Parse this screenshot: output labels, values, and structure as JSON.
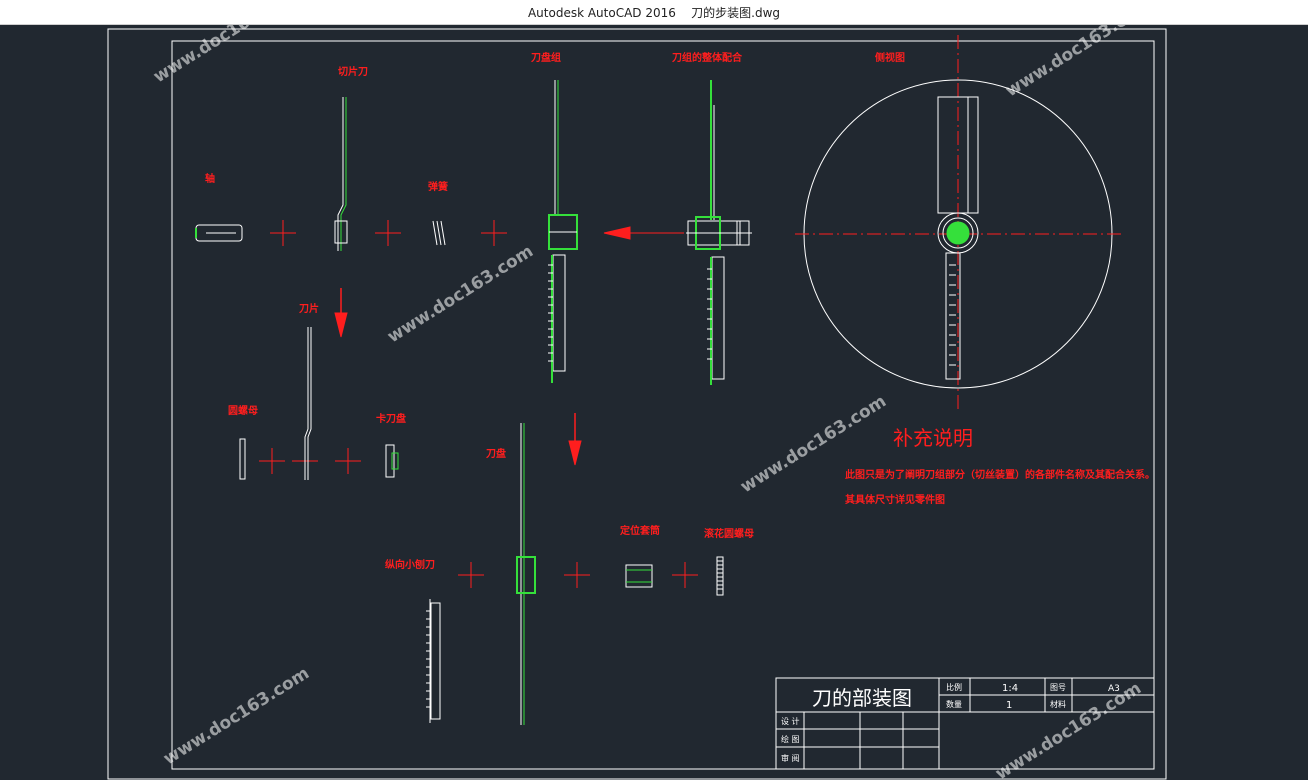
{
  "window": {
    "app_title": "Autodesk AutoCAD 2016",
    "file_title": "刀的步装图.dwg"
  },
  "labels": {
    "qiepian_dao": "切片刀",
    "daopan_zu": "刀盘组",
    "daozu_zhengti": "刀组的整体配合",
    "ceshi_tu": "侧视图",
    "zhou": "轴",
    "tanhuang": "弹簧",
    "daopian": "刀片",
    "yuan_luomu": "圆螺母",
    "ka_daopan": "卡刀盘",
    "daopan": "刀盘",
    "dingwei_taotong": "定位套筒",
    "gunhua_luomu": "滚花圆螺母",
    "zongxiang_xiaopaodao": "纵向小刨刀"
  },
  "notes": {
    "heading": "补充说明",
    "line1": "此图只是为了阐明刀组部分（切丝装置）的各部件名称及其配合关系。",
    "line2": "其具体尺寸详见零件图"
  },
  "title_block": {
    "drawing_name": "刀的部装图",
    "scale_label": "比例",
    "scale_value": "1:4",
    "drawing_no_label": "图号",
    "sheet_size": "A3",
    "qty_label": "数量",
    "qty_value": "1",
    "material_label": "材料",
    "design_label": "设 计",
    "drafting_label": "绘 图",
    "review_label": "审 阅"
  },
  "watermarks": {
    "text": "www.doc163.com"
  },
  "colors": {
    "background": "#212830",
    "lines": "#ffffff",
    "annotation_red": "#ff1e1e",
    "part_green": "#35e03b"
  }
}
